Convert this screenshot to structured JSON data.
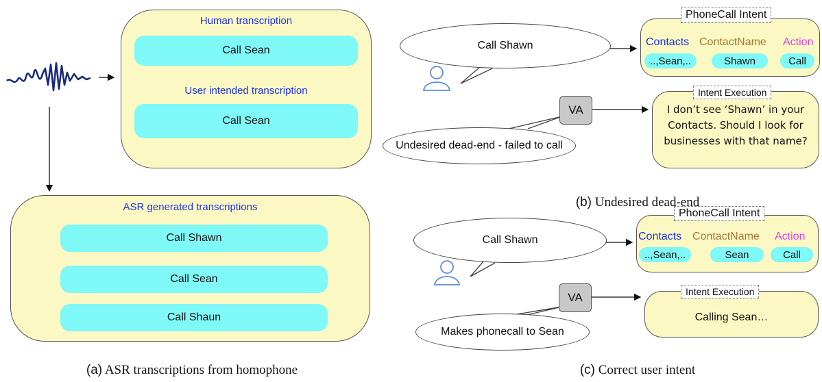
{
  "panel_a": {
    "human_label": "Human transcription",
    "human_text": "Call Sean",
    "intended_label": "User intended transcription",
    "intended_text": "Call Sean",
    "asr_label": "ASR generated transcriptions",
    "asr_items": [
      "Call Shawn",
      "Call Sean",
      "Call Shaun"
    ],
    "caption_letter": "(a)",
    "caption_text": "ASR transcriptions from homophone"
  },
  "panel_b": {
    "user_utterance": "Call Shawn",
    "intent_tag": "PhoneCall Intent",
    "headers": [
      "Contacts",
      "ContactName",
      "Action"
    ],
    "values": [
      "..,Sean,..",
      "Shawn",
      "Call"
    ],
    "va_label": "VA",
    "exec_tag": "Intent Execution",
    "exec_text": "I don’t see ‘Shawn’ in your Contacts. Should I look for businesses with that name?",
    "va_response": "Undesired dead-end - failed to call",
    "caption_letter": "(b)",
    "caption_text": "Undesired dead-end"
  },
  "panel_c": {
    "user_utterance": "Call Shawn",
    "intent_tag": "PhoneCall Intent",
    "headers": [
      "Contacts",
      "ContactName",
      "Action"
    ],
    "values": [
      "..,Sean,..",
      "Sean",
      "Call"
    ],
    "va_label": "VA",
    "exec_tag": "Intent Execution",
    "exec_text": "Calling Sean…",
    "va_response": "Makes phonecall to Sean",
    "caption_letter": "(c)",
    "caption_text": "Correct user intent"
  },
  "colors": {
    "box_fill": "#fcf8c4",
    "pill_fill": "#7ff8f8",
    "label_blue": "#1a33e6",
    "contacts_blue": "#1a33e6",
    "contactname_brown": "#a87932",
    "action_magenta": "#e83ce8"
  }
}
